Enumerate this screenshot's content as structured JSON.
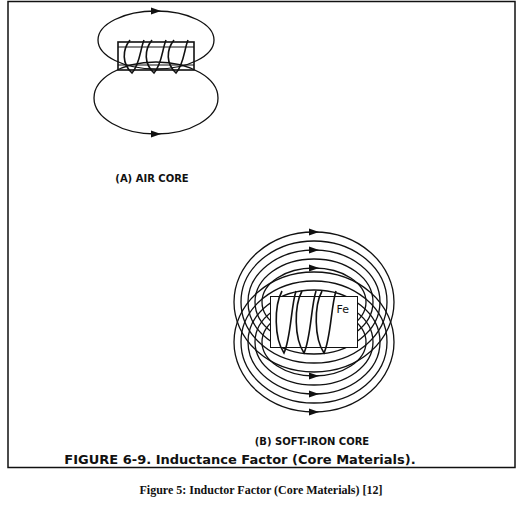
{
  "diagram": {
    "caption": "Figure 5: Inductor Factor (Core Materials) [12]",
    "nodes": [
      {
        "text": [
          "Fe"
        ]
      }
    ],
    "labels": [
      "(A) AIR CORE",
      "(B) SOFT-IRON CORE",
      "FIGURE 6-9. Inductance Factor (Core Materials)."
    ]
  }
}
